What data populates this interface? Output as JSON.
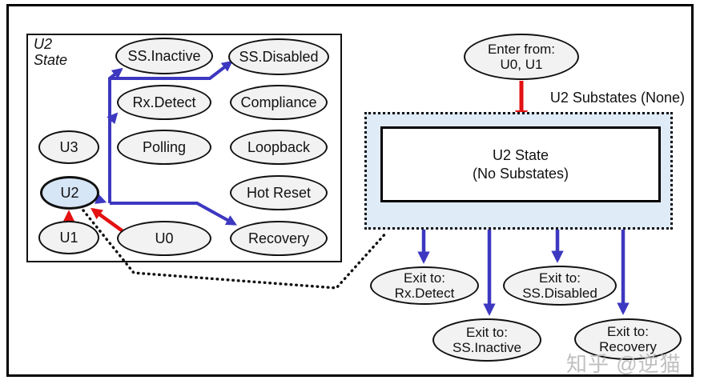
{
  "diagram_title": "U2 State",
  "colors": {
    "arrow_blue": "#3d38c0",
    "arrow_red": "#e31111",
    "node_fill": "#f2f2f2",
    "highlight_fill": "#d7e6f6",
    "substates_fill": "#e0ebf8",
    "line_black": "#111111",
    "watermark_gray": "#b9b9b9"
  },
  "left_panel": {
    "title": "U2\nState",
    "states": [
      {
        "label": "SS.Inactive"
      },
      {
        "label": "SS.Disabled"
      },
      {
        "label": "Rx.Detect"
      },
      {
        "label": "Compliance"
      },
      {
        "label": "U3"
      },
      {
        "label": "Polling"
      },
      {
        "label": "Loopback"
      },
      {
        "label": "U2",
        "highlighted": true
      },
      {
        "label": "Hot Reset"
      },
      {
        "label": "U1"
      },
      {
        "label": "U0"
      },
      {
        "label": "Recovery"
      }
    ],
    "transitions": [
      {
        "from": "U2",
        "to": "SS.Inactive",
        "color": "blue"
      },
      {
        "from": "U2",
        "to": "SS.Disabled",
        "color": "blue"
      },
      {
        "from": "U2",
        "to": "Rx.Detect",
        "color": "blue"
      },
      {
        "from": "U2",
        "to": "Recovery",
        "color": "blue"
      },
      {
        "from": "U1",
        "to": "U2",
        "color": "red"
      },
      {
        "from": "U0",
        "to": "U2",
        "color": "red"
      }
    ]
  },
  "right_panel": {
    "enter_node": "Enter from:\nU0, U1",
    "substates_caption": "U2 Substates (None)",
    "main_box": "U2 State\n(No Substates)",
    "exit_nodes": [
      {
        "label": "Exit to:\nRx.Detect"
      },
      {
        "label": "Exit to:\nSS.Inactive"
      },
      {
        "label": "Exit to:\nSS.Disabled"
      },
      {
        "label": "Exit to:\nRecovery"
      }
    ]
  },
  "watermark": "知乎 @逆猫"
}
